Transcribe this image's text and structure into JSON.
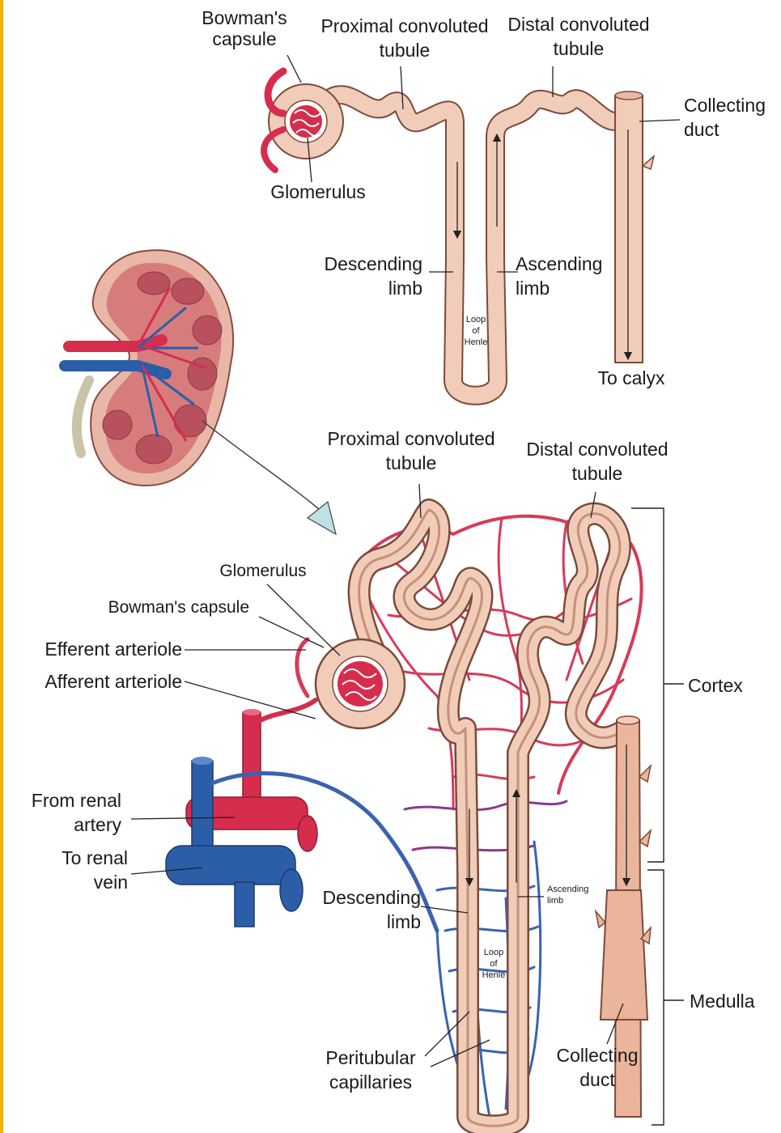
{
  "colors": {
    "tubule": "#f1cdb9",
    "tubule_edge": "#7b4a3a",
    "artery": "#d62d4e",
    "vein": "#2c5ea8",
    "capillary_red": "#d83a5a",
    "capillary_blue": "#3a63b0",
    "kidney_outer": "#e8b7a8",
    "kidney_pyramid": "#b8505e",
    "arrow_fill": "#bfe0e6",
    "page_edge": "#f4b000"
  },
  "top_nephron": {
    "bowmans_capsule": "Bowman's\ncapsule",
    "proximal_tubule": "Proximal convoluted\ntubule",
    "distal_tubule": "Distal convoluted\ntubule",
    "collecting_duct": "Collecting\nduct",
    "glomerulus": "Glomerulus",
    "descending_limb": "Descending\nlimb",
    "ascending_limb": "Ascending\nlimb",
    "loop_of_henle": "Loop\nof\nHenle",
    "to_calyx": "To calyx"
  },
  "bottom_nephron": {
    "proximal_tubule": "Proximal convoluted\ntubule",
    "distal_tubule": "Distal convoluted\ntubule",
    "glomerulus": "Glomerulus",
    "bowmans_capsule": "Bowman's capsule",
    "efferent_arteriole": "Efferent arteriole",
    "afferent_arteriole": "Afferent arteriole",
    "cortex": "Cortex",
    "from_renal_artery": "From renal\nartery",
    "to_renal_vein": "To renal\nvein",
    "descending_limb": "Descending\nlimb",
    "ascending_limb": "Ascending\nlimb",
    "loop_of_henle": "Loop\nof\nHenle",
    "medulla": "Medulla",
    "peritubular_capillaries": "Peritubular\ncapillaries",
    "collecting_duct": "Collecting\nduct"
  }
}
